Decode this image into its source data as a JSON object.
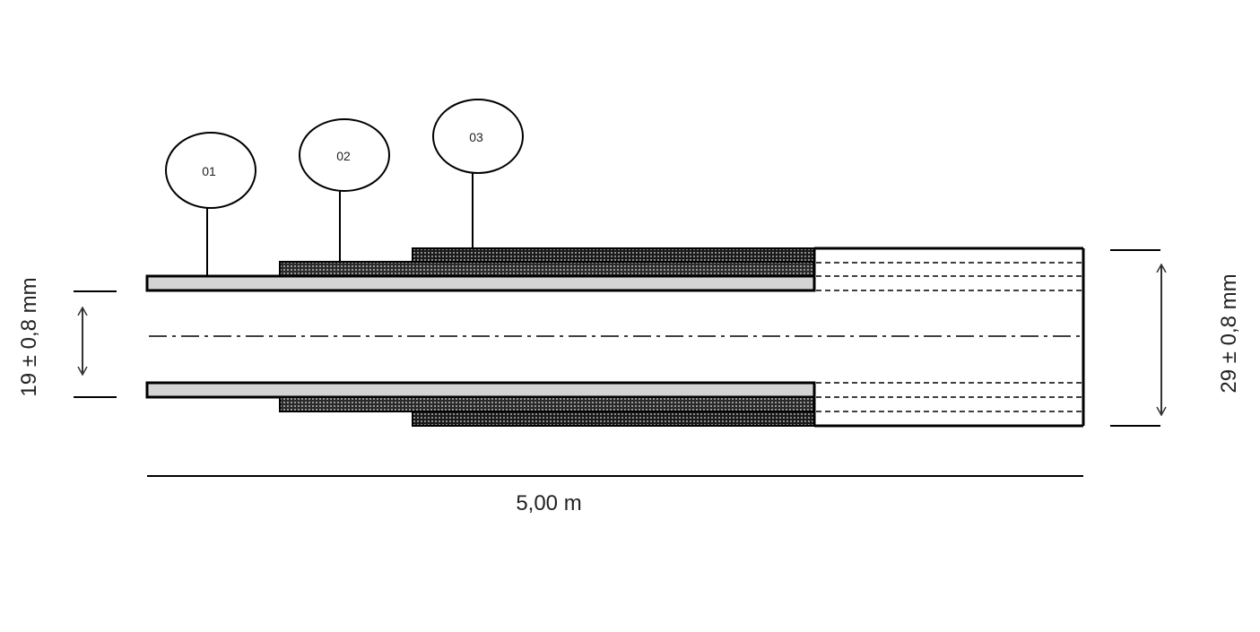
{
  "callouts": [
    {
      "label": "01"
    },
    {
      "label": "02"
    },
    {
      "label": "03"
    }
  ],
  "dimensions": {
    "length": "5,00 m",
    "inner_diameter": "19 ± 0,8 mm",
    "outer_diameter": "29 ± 0,8 mm"
  }
}
